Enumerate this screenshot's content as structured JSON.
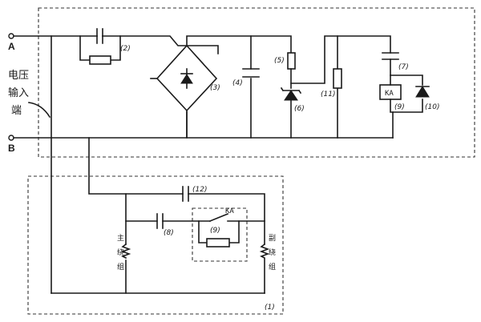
{
  "terminals": {
    "a": "A",
    "b": "B"
  },
  "input_label": [
    "电压",
    "输入",
    "端"
  ],
  "labels": {
    "c2": "(2)",
    "bridge": "(3)",
    "c4": "(4)",
    "r5": "(5)",
    "zener6": "(6)",
    "c7": "(7)",
    "relay9_top": "(9)",
    "diode10": "(10)",
    "r11": "(11)",
    "c12": "(12)",
    "c8": "(8)",
    "relay9_bottom": "(9)",
    "module1": "(1)"
  },
  "relay_coil_text": "KA",
  "switch_text": "KA",
  "main_winding": [
    "主",
    "绕",
    "组"
  ],
  "aux_winding": [
    "副",
    "绕",
    "组"
  ],
  "colors": {
    "ink": "#1a1a1a",
    "paper": "#ffffff"
  }
}
